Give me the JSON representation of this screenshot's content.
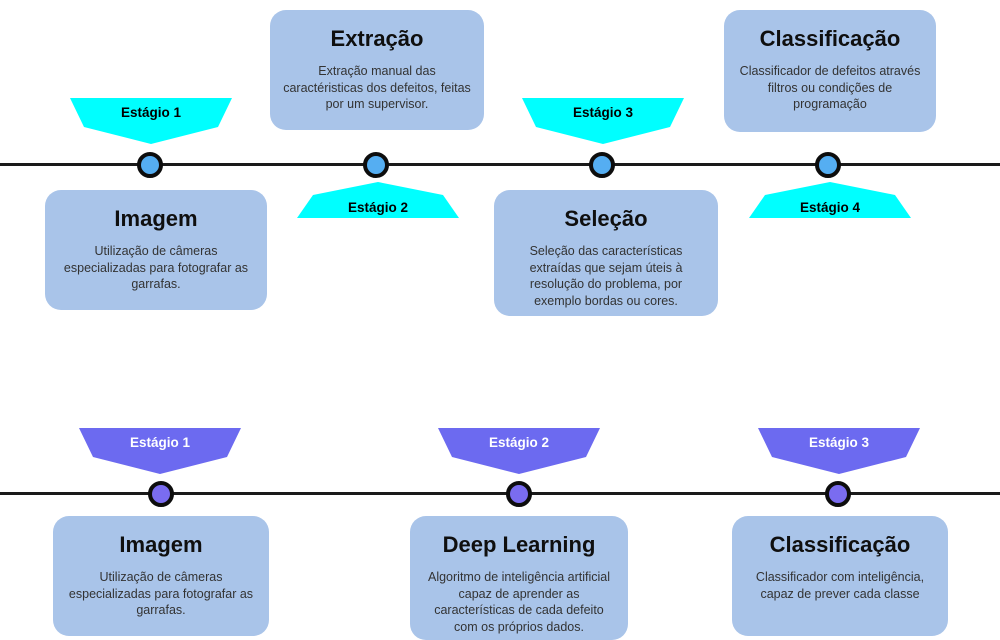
{
  "colors": {
    "cyan_accent": "#00ffff",
    "purple_accent": "#6c6af0",
    "top_node_fill": "#55aef2",
    "bottom_node_fill": "#7a6cf0",
    "card_fill": "#a9c4e9",
    "timeline_line": "#1a1a1a"
  },
  "timeline_top": {
    "banners": [
      {
        "label": "Estágio 1"
      },
      {
        "label": "Estágio 2"
      },
      {
        "label": "Estágio 3"
      },
      {
        "label": "Estágio 4"
      }
    ],
    "cards": [
      {
        "title": "Imagem",
        "body": "Utilização de câmeras especializadas para fotografar as garrafas."
      },
      {
        "title": "Extração",
        "body": "Extração manual das caractéristicas dos defeitos, feitas por um supervisor."
      },
      {
        "title": "Seleção",
        "body": "Seleção das características extraídas que sejam úteis à resolução do problema, por exemplo bordas ou cores."
      },
      {
        "title": "Classificação",
        "body": "Classificador de defeitos através filtros ou condições de programação"
      }
    ]
  },
  "timeline_bottom": {
    "banners": [
      {
        "label": "Estágio 1"
      },
      {
        "label": "Estágio 2"
      },
      {
        "label": "Estágio 3"
      }
    ],
    "cards": [
      {
        "title": "Imagem",
        "body": "Utilização de câmeras especializadas para fotografar as garrafas."
      },
      {
        "title": "Deep Learning",
        "body": "Algoritmo de inteligência artificial capaz de aprender as características de cada defeito com os próprios dados."
      },
      {
        "title": "Classificação",
        "body": "Classificador com inteligência, capaz de prever cada classe"
      }
    ]
  }
}
